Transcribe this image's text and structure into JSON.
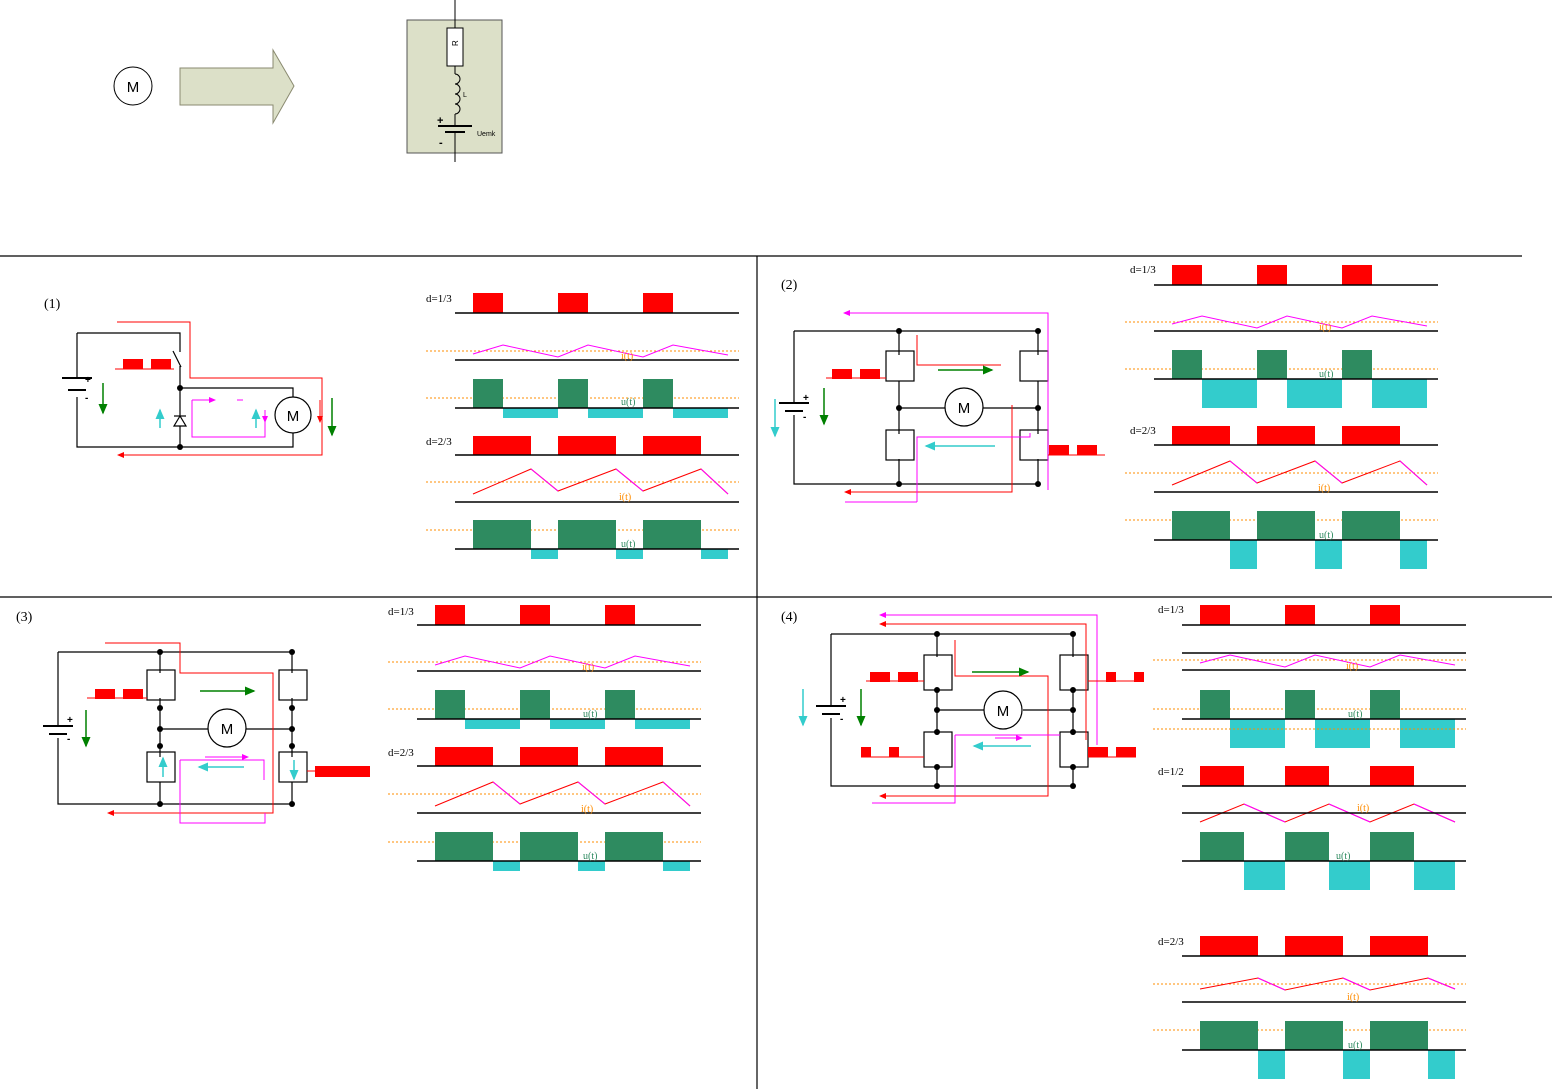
{
  "top": {
    "motor_label": "M",
    "resistor_label": "R",
    "inductor_label": "L",
    "emf_label": "Uemk",
    "plus": "+",
    "minus": "-"
  },
  "panels": [
    {
      "id": "1",
      "label": "(1)"
    },
    {
      "id": "2",
      "label": "(2)"
    },
    {
      "id": "3",
      "label": "(3)"
    },
    {
      "id": "4",
      "label": "(4)"
    }
  ],
  "motor_label": "M",
  "battery_plus": "+",
  "battery_minus": "-",
  "wave_labels": {
    "current": "i(t)",
    "voltage": "u(t)"
  },
  "duty_labels": {
    "d13": "d=1/3",
    "d12": "d=1/2",
    "d23": "d=2/3"
  },
  "colors": {
    "pwm": "#ff0000",
    "current_up": "#ff0000",
    "current_down": "#ff00ff",
    "voltage_pos": "#2e8b60",
    "voltage_neg": "#33cccc",
    "avg_line": "#ff8c00",
    "arrow_green": "#008000",
    "arrow_cyan": "#33cccc",
    "model_box": "#dce0c8",
    "big_arrow": "#dce0c8"
  }
}
